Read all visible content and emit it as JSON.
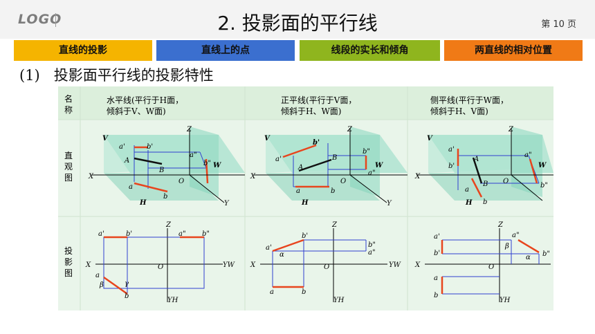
{
  "header": {
    "logo": "LOGO",
    "title": "2.  投影面的平行线",
    "page_number": "第 10 页"
  },
  "tabs": [
    {
      "label": "直线的投影",
      "color": "#f5b400"
    },
    {
      "label": "直线上的点",
      "color": "#3b6fcf"
    },
    {
      "label": "线段的实长和倾角",
      "color": "#8fb51e"
    },
    {
      "label": "两直线的相对位置",
      "color": "#f07a16"
    }
  ],
  "section": {
    "number": "(1)",
    "heading": "投影面平行线的投影特性"
  },
  "table": {
    "row_headers": {
      "name": "名\n称",
      "direct": "直\n观\n图",
      "proj": "投\n影\n图"
    },
    "columns": [
      {
        "name_l1": "水平线(平行于H面，",
        "name_l2": "倾斜于V、W面)"
      },
      {
        "name_l1": "正平线(平行于V面，",
        "name_l2": "倾斜于H、W面)"
      },
      {
        "name_l1": "侧平线(平行于W面，",
        "name_l2": "倾斜于H、V面)"
      }
    ],
    "labels": {
      "V": "V",
      "H": "H",
      "W": "W",
      "X": "X",
      "Y": "Y",
      "Z": "Z",
      "O": "O",
      "A": "A",
      "B": "B",
      "a": "a",
      "b": "b",
      "a1": "a'",
      "b1": "b'",
      "a2": "a\"",
      "b2": "b\"",
      "YW": "YW",
      "YH": "YH",
      "alpha": "α",
      "beta": "β",
      "gamma": "γ"
    }
  },
  "colors": {
    "panel_bg": "#e9f5ea",
    "header_bg": "#dcefdc",
    "grid_line": "#cfe3cf",
    "box_fill": "#8fd9c2",
    "projection_line": "#2f3fd0",
    "true_length": "#e8451d",
    "axis": "#000000"
  }
}
